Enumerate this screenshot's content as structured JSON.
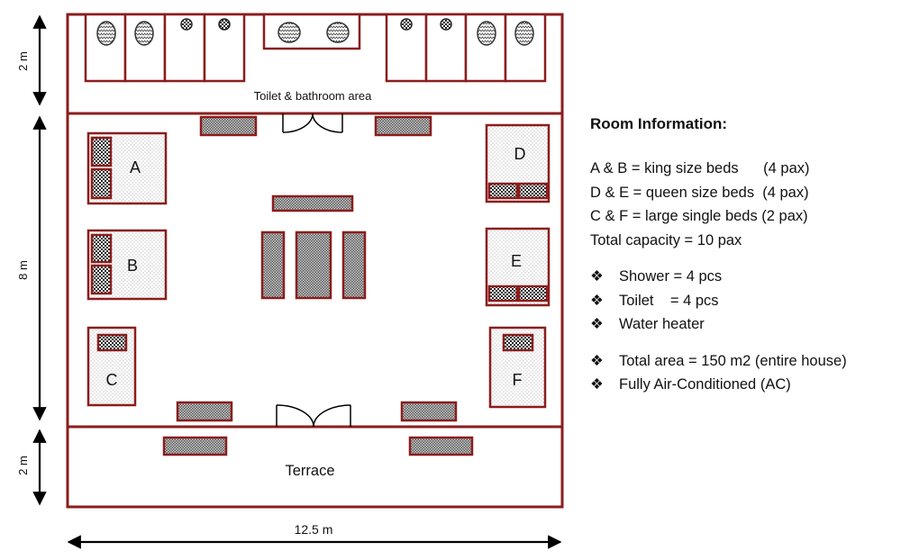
{
  "diagram": {
    "colors": {
      "wall": "#8b1d1d",
      "text": "#111111",
      "pattern": "#333333",
      "background": "#ffffff"
    },
    "dimensions": {
      "top_height": "2 m",
      "middle_height": "8 m",
      "bottom_height": "2 m",
      "width": "12.5 m"
    },
    "areas": {
      "bathroom": "Toilet & bathroom area",
      "terrace": "Terrace"
    },
    "rooms": [
      "A",
      "B",
      "C",
      "D",
      "E",
      "F"
    ]
  },
  "info": {
    "title": "Room Information:",
    "beds": [
      "A & B = king size beds      (4 pax)",
      "D & E = queen size beds  (4 pax)",
      "C & F = large single beds (2 pax)",
      "Total capacity = 10 pax"
    ],
    "bullet_icon": "diamond-bullet-icon",
    "bullet_glyph": "❖",
    "facilities": [
      "Shower = 4 pcs",
      "Toilet    = 4 pcs",
      "Water heater"
    ],
    "extras": [
      "Total area = 150 m2 (entire house)",
      "Fully Air-Conditioned (AC)"
    ]
  }
}
